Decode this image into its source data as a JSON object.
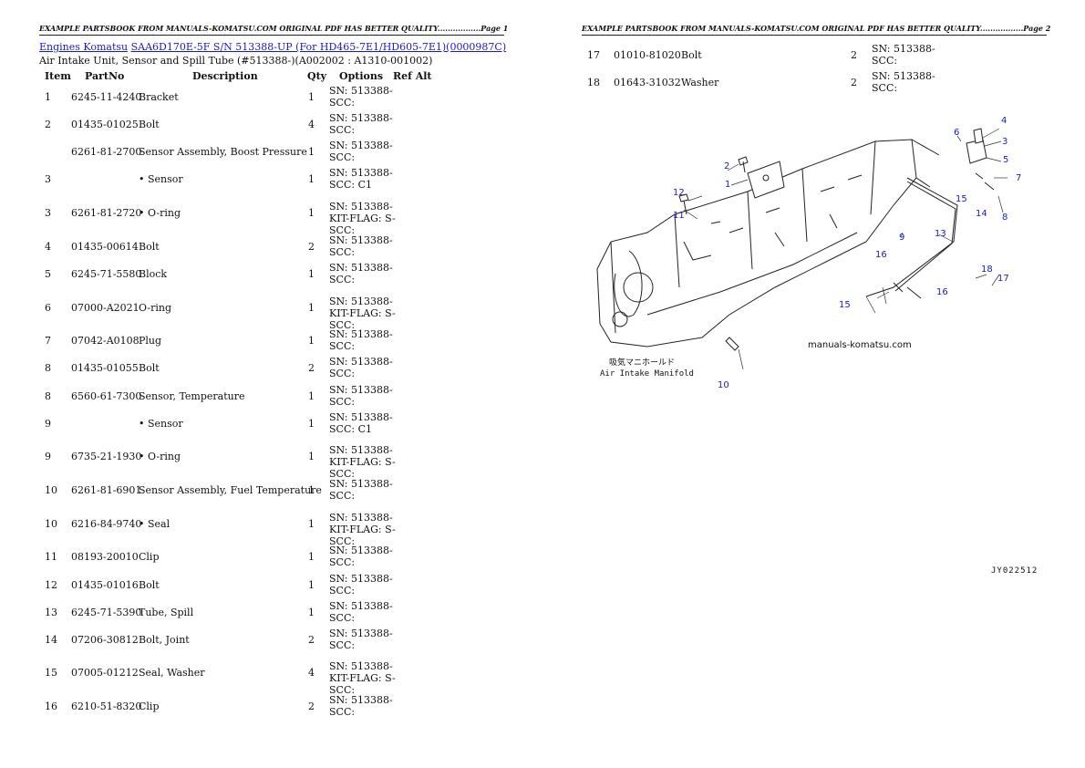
{
  "header_text": "EXAMPLE PARTSBOOK FROM MANUALS-KOMATSU.COM ORIGINAL PDF HAS BETTER QUALITY.................",
  "page1_label": "Page 1",
  "page2_label": "Page 2",
  "breadcrumb": {
    "link1": "Engines Komatsu",
    "link2": "SAA6D170E-5F S/N 513388-UP (For HD465-7E1/HD605-7E1)(0000987C)"
  },
  "subtitle": "Air Intake Unit, Sensor and Spill Tube (#513388-)(A002002 : A1310-001002)",
  "columns": {
    "item": "Item",
    "partno": "PartNo",
    "description": "Description",
    "qty": "Qty",
    "options": "Options",
    "refalt": "Ref Alt"
  },
  "rows": [
    {
      "item": "1",
      "partno": "6245-11-4240",
      "desc": "Bracket",
      "qty": "1",
      "opt": "SN: 513388-SCC:"
    },
    {
      "item": "2",
      "partno": "01435-01025",
      "desc": "Bolt",
      "qty": "4",
      "opt": "SN: 513388-SCC:"
    },
    {
      "item": "",
      "partno": "6261-81-2700",
      "desc": "Sensor Assembly, Boost Pressure",
      "qty": "1",
      "opt": "SN: 513388-SCC:"
    },
    {
      "item": "3",
      "partno": "",
      "desc": "• Sensor",
      "qty": "1",
      "opt": "SN: 513388-SCC: C1"
    },
    {
      "item": "3",
      "partno": "6261-81-2720",
      "desc": "• O-ring",
      "qty": "1",
      "opt": "SN: 513388-KIT-FLAG: S-SCC:"
    },
    {
      "item": "4",
      "partno": "01435-00614",
      "desc": "Bolt",
      "qty": "2",
      "opt": "SN: 513388-SCC:"
    },
    {
      "item": "5",
      "partno": "6245-71-5580",
      "desc": "Block",
      "qty": "1",
      "opt": "SN: 513388-SCC:"
    },
    {
      "item": "6",
      "partno": "07000-A2021",
      "desc": "O-ring",
      "qty": "1",
      "opt": "SN: 513388-KIT-FLAG: S-SCC:"
    },
    {
      "item": "7",
      "partno": "07042-A0108",
      "desc": "Plug",
      "qty": "1",
      "opt": "SN: 513388-SCC:"
    },
    {
      "item": "8",
      "partno": "01435-01055",
      "desc": "Bolt",
      "qty": "2",
      "opt": "SN: 513388-SCC:"
    },
    {
      "item": "8",
      "partno": "6560-61-7300",
      "desc": "Sensor, Temperature",
      "qty": "1",
      "opt": "SN: 513388-SCC:"
    },
    {
      "item": "9",
      "partno": "",
      "desc": "• Sensor",
      "qty": "1",
      "opt": "SN: 513388-SCC: C1"
    },
    {
      "item": "9",
      "partno": "6735-21-1930",
      "desc": "• O-ring",
      "qty": "1",
      "opt": "SN: 513388-KIT-FLAG: S-SCC:"
    },
    {
      "item": "10",
      "partno": "6261-81-6901",
      "desc": "Sensor Assembly, Fuel Temperature",
      "qty": "1",
      "opt": "SN: 513388-SCC:"
    },
    {
      "item": "10",
      "partno": "6216-84-9740",
      "desc": "• Seal",
      "qty": "1",
      "opt": "SN: 513388-KIT-FLAG: S-SCC:"
    },
    {
      "item": "11",
      "partno": "08193-20010",
      "desc": "Clip",
      "qty": "1",
      "opt": "SN: 513388-SCC:"
    },
    {
      "item": "12",
      "partno": "01435-01016",
      "desc": "Bolt",
      "qty": "1",
      "opt": "SN: 513388-SCC:"
    },
    {
      "item": "13",
      "partno": "6245-71-5390",
      "desc": "Tube, Spill",
      "qty": "1",
      "opt": "SN: 513388-SCC:"
    },
    {
      "item": "14",
      "partno": "07206-30812",
      "desc": "Bolt, Joint",
      "qty": "2",
      "opt": "SN: 513388-SCC:"
    },
    {
      "item": "15",
      "partno": "07005-01212",
      "desc": "Seal, Washer",
      "qty": "4",
      "opt": "SN: 513388-KIT-FLAG: S-SCC:"
    },
    {
      "item": "16",
      "partno": "6210-51-8320",
      "desc": "Clip",
      "qty": "2",
      "opt": "SN: 513388-SCC:"
    }
  ],
  "rows_page2": [
    {
      "item": "17",
      "partno": "01010-81020",
      "desc": "Bolt",
      "qty": "2",
      "opt": "SN: 513388-SCC:"
    },
    {
      "item": "18",
      "partno": "01643-31032",
      "desc": "Washer",
      "qty": "2",
      "opt": "SN: 513388-SCC:"
    }
  ],
  "diagram": {
    "watermark": "manuals-komatsu.com",
    "jp_label": "吸気マニホールド",
    "en_label": "Air Intake Manifold",
    "code": "JY022512",
    "callouts": [
      "1",
      "2",
      "3",
      "4",
      "5",
      "6",
      "7",
      "8",
      "9",
      "10",
      "11",
      "12",
      "13",
      "14",
      "15",
      "15",
      "16",
      "16",
      "17",
      "18"
    ]
  }
}
